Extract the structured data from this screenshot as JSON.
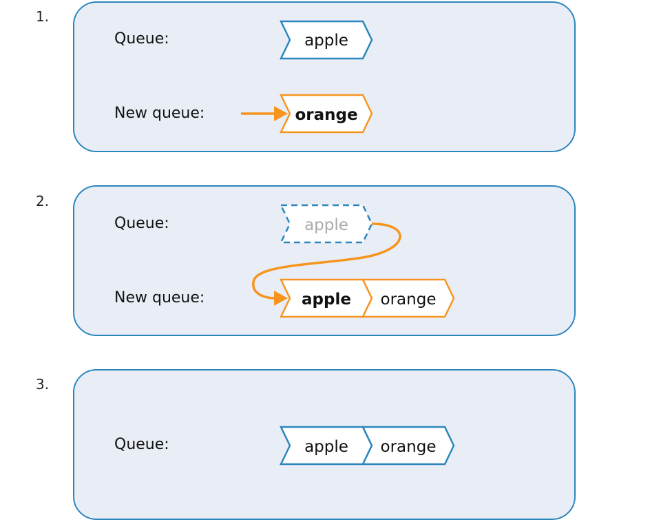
{
  "colors": {
    "blue": "#2b86bd",
    "orange": "#f7941e",
    "panel_fill": "#e9eef6",
    "faded_text": "#aaaaaa"
  },
  "steps": [
    {
      "number": "1.",
      "rows": [
        {
          "label": "Queue:",
          "items": [
            {
              "text": "apple",
              "style": "blue"
            }
          ]
        },
        {
          "label": "New queue:",
          "items": [
            {
              "text": "orange",
              "style": "orange-bold"
            }
          ],
          "arrow": "straight"
        }
      ]
    },
    {
      "number": "2.",
      "rows": [
        {
          "label": "Queue:",
          "items": [
            {
              "text": "apple",
              "style": "blue-dashed-faded"
            }
          ]
        },
        {
          "label": "New queue:",
          "items": [
            {
              "text": "apple",
              "style": "orange-bold"
            },
            {
              "text": "orange",
              "style": "orange"
            }
          ],
          "arrow": "curved-from-queue"
        }
      ]
    },
    {
      "number": "3.",
      "rows": [
        {
          "label": "Queue:",
          "items": [
            {
              "text": "apple",
              "style": "blue"
            },
            {
              "text": "orange",
              "style": "blue"
            }
          ]
        }
      ]
    }
  ]
}
